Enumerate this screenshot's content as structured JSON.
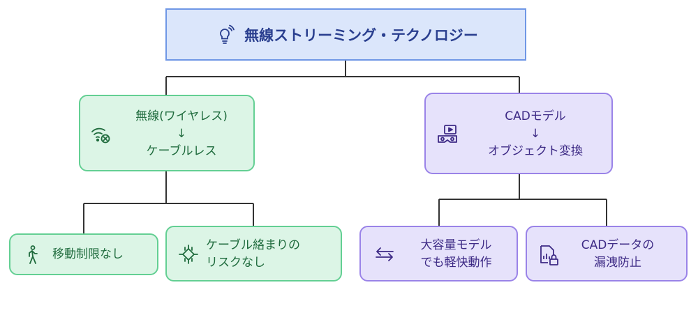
{
  "root": {
    "title": "無線ストリーミング・テクノロジー",
    "icon": "lightbulb-wifi-icon"
  },
  "left_branch": {
    "lines": [
      "無線(ワイヤレス)",
      "↓",
      "ケーブルレス"
    ],
    "icon": "wifi-off-icon",
    "children": [
      {
        "lines": [
          "移動制限なし"
        ],
        "icon": "walking-person-icon"
      },
      {
        "lines": [
          "ケーブル絡まりの",
          "リスクなし"
        ],
        "icon": "circuit-chip-icon"
      }
    ]
  },
  "right_branch": {
    "lines": [
      "CADモデル",
      "↓",
      "オブジェクト変換"
    ],
    "icon": "vr-headset-video-icon",
    "children": [
      {
        "lines": [
          "大容量モデル",
          "でも軽快動作"
        ],
        "icon": "arrows-left-right-icon"
      },
      {
        "lines": [
          "CADデータの",
          "漏洩防止"
        ],
        "icon": "locked-file-icon"
      }
    ]
  },
  "colors": {
    "root_fill": "#dbe6fb",
    "root_border": "#6f97e6",
    "green_fill": "#dcf5e6",
    "green_border": "#63cf93",
    "purple_fill": "#e6e2fb",
    "purple_border": "#9a83e8",
    "connector": "#333333"
  }
}
